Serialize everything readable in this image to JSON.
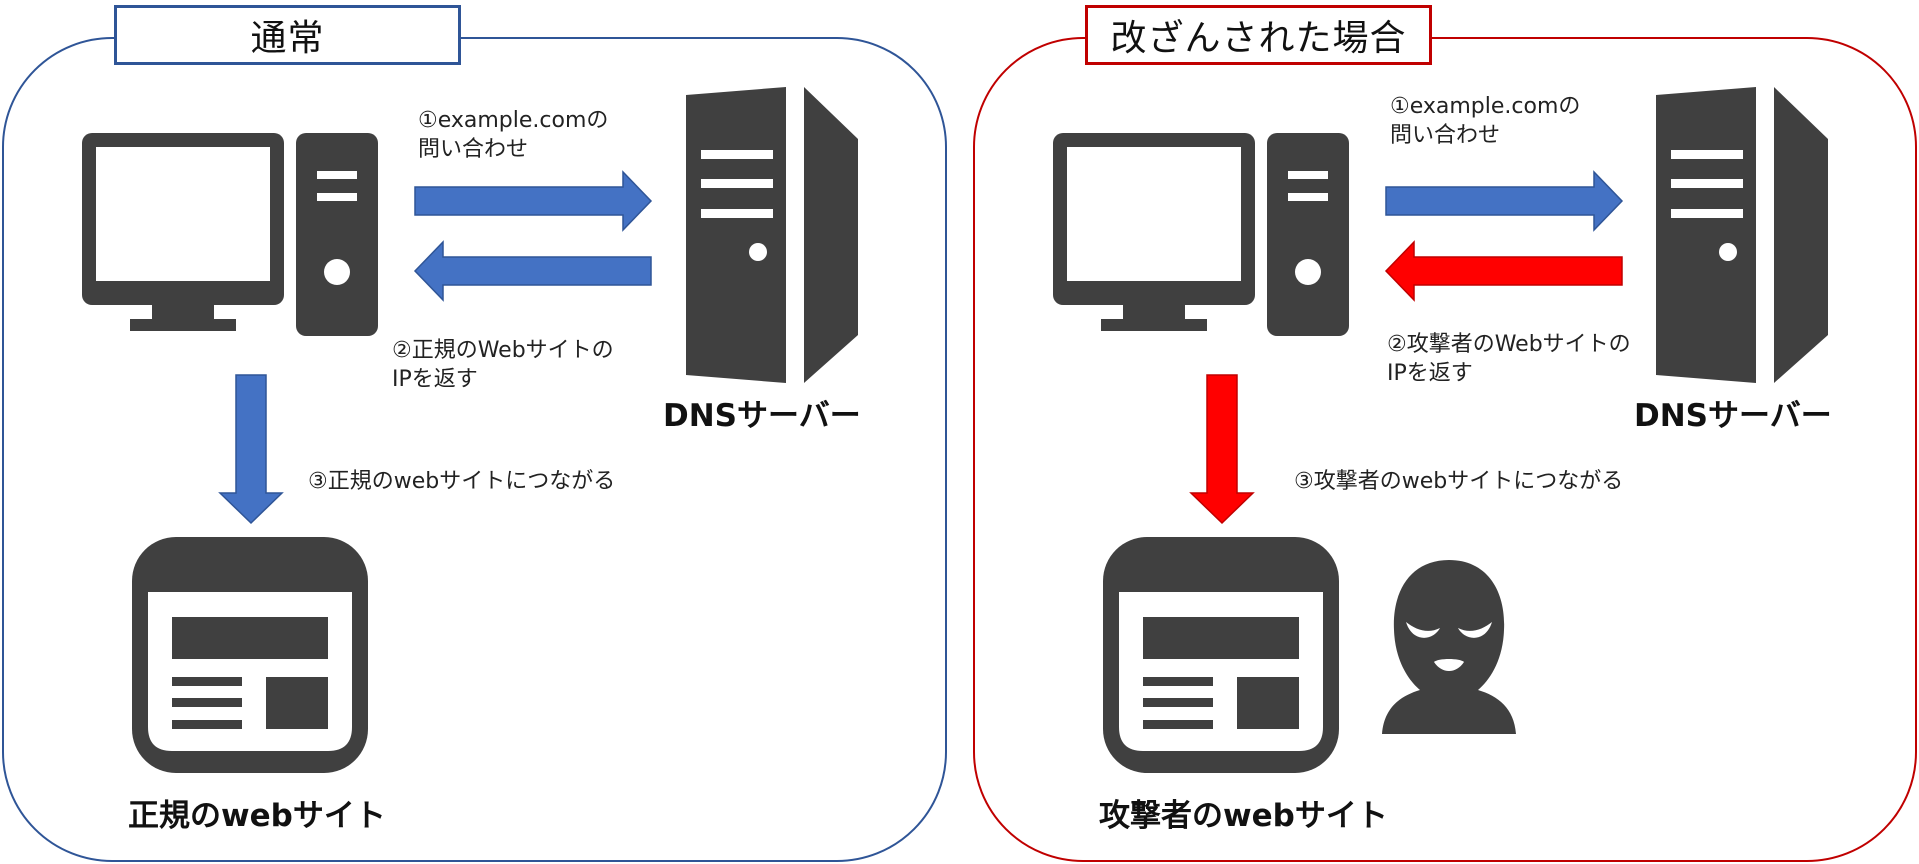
{
  "colors": {
    "normal_border": "#2f5597",
    "tampered_border": "#c00000",
    "blue_arrow": "#4472c4",
    "red_arrow": "#ff0000",
    "icon_gray": "#404040"
  },
  "normal": {
    "title": "通常",
    "query_label": [
      "①example.comの",
      "問い合わせ"
    ],
    "reply_label": [
      "②正規のWebサイトの",
      "IPを返す"
    ],
    "connect_label": "③正規のwebサイトにつながる",
    "dns_label": "DNSサーバー",
    "site_label": "正規のwebサイト"
  },
  "tampered": {
    "title": "改ざんされた場合",
    "query_label": [
      "①example.comの",
      "問い合わせ"
    ],
    "reply_label": [
      "②攻撃者のWebサイトの",
      "IPを返す"
    ],
    "connect_label": "③攻撃者のwebサイトにつながる",
    "dns_label": "DNSサーバー",
    "site_label": "攻撃者のwebサイト"
  },
  "icons": [
    "desktop-computer-icon",
    "dns-server-icon",
    "website-icon",
    "attacker-icon"
  ]
}
